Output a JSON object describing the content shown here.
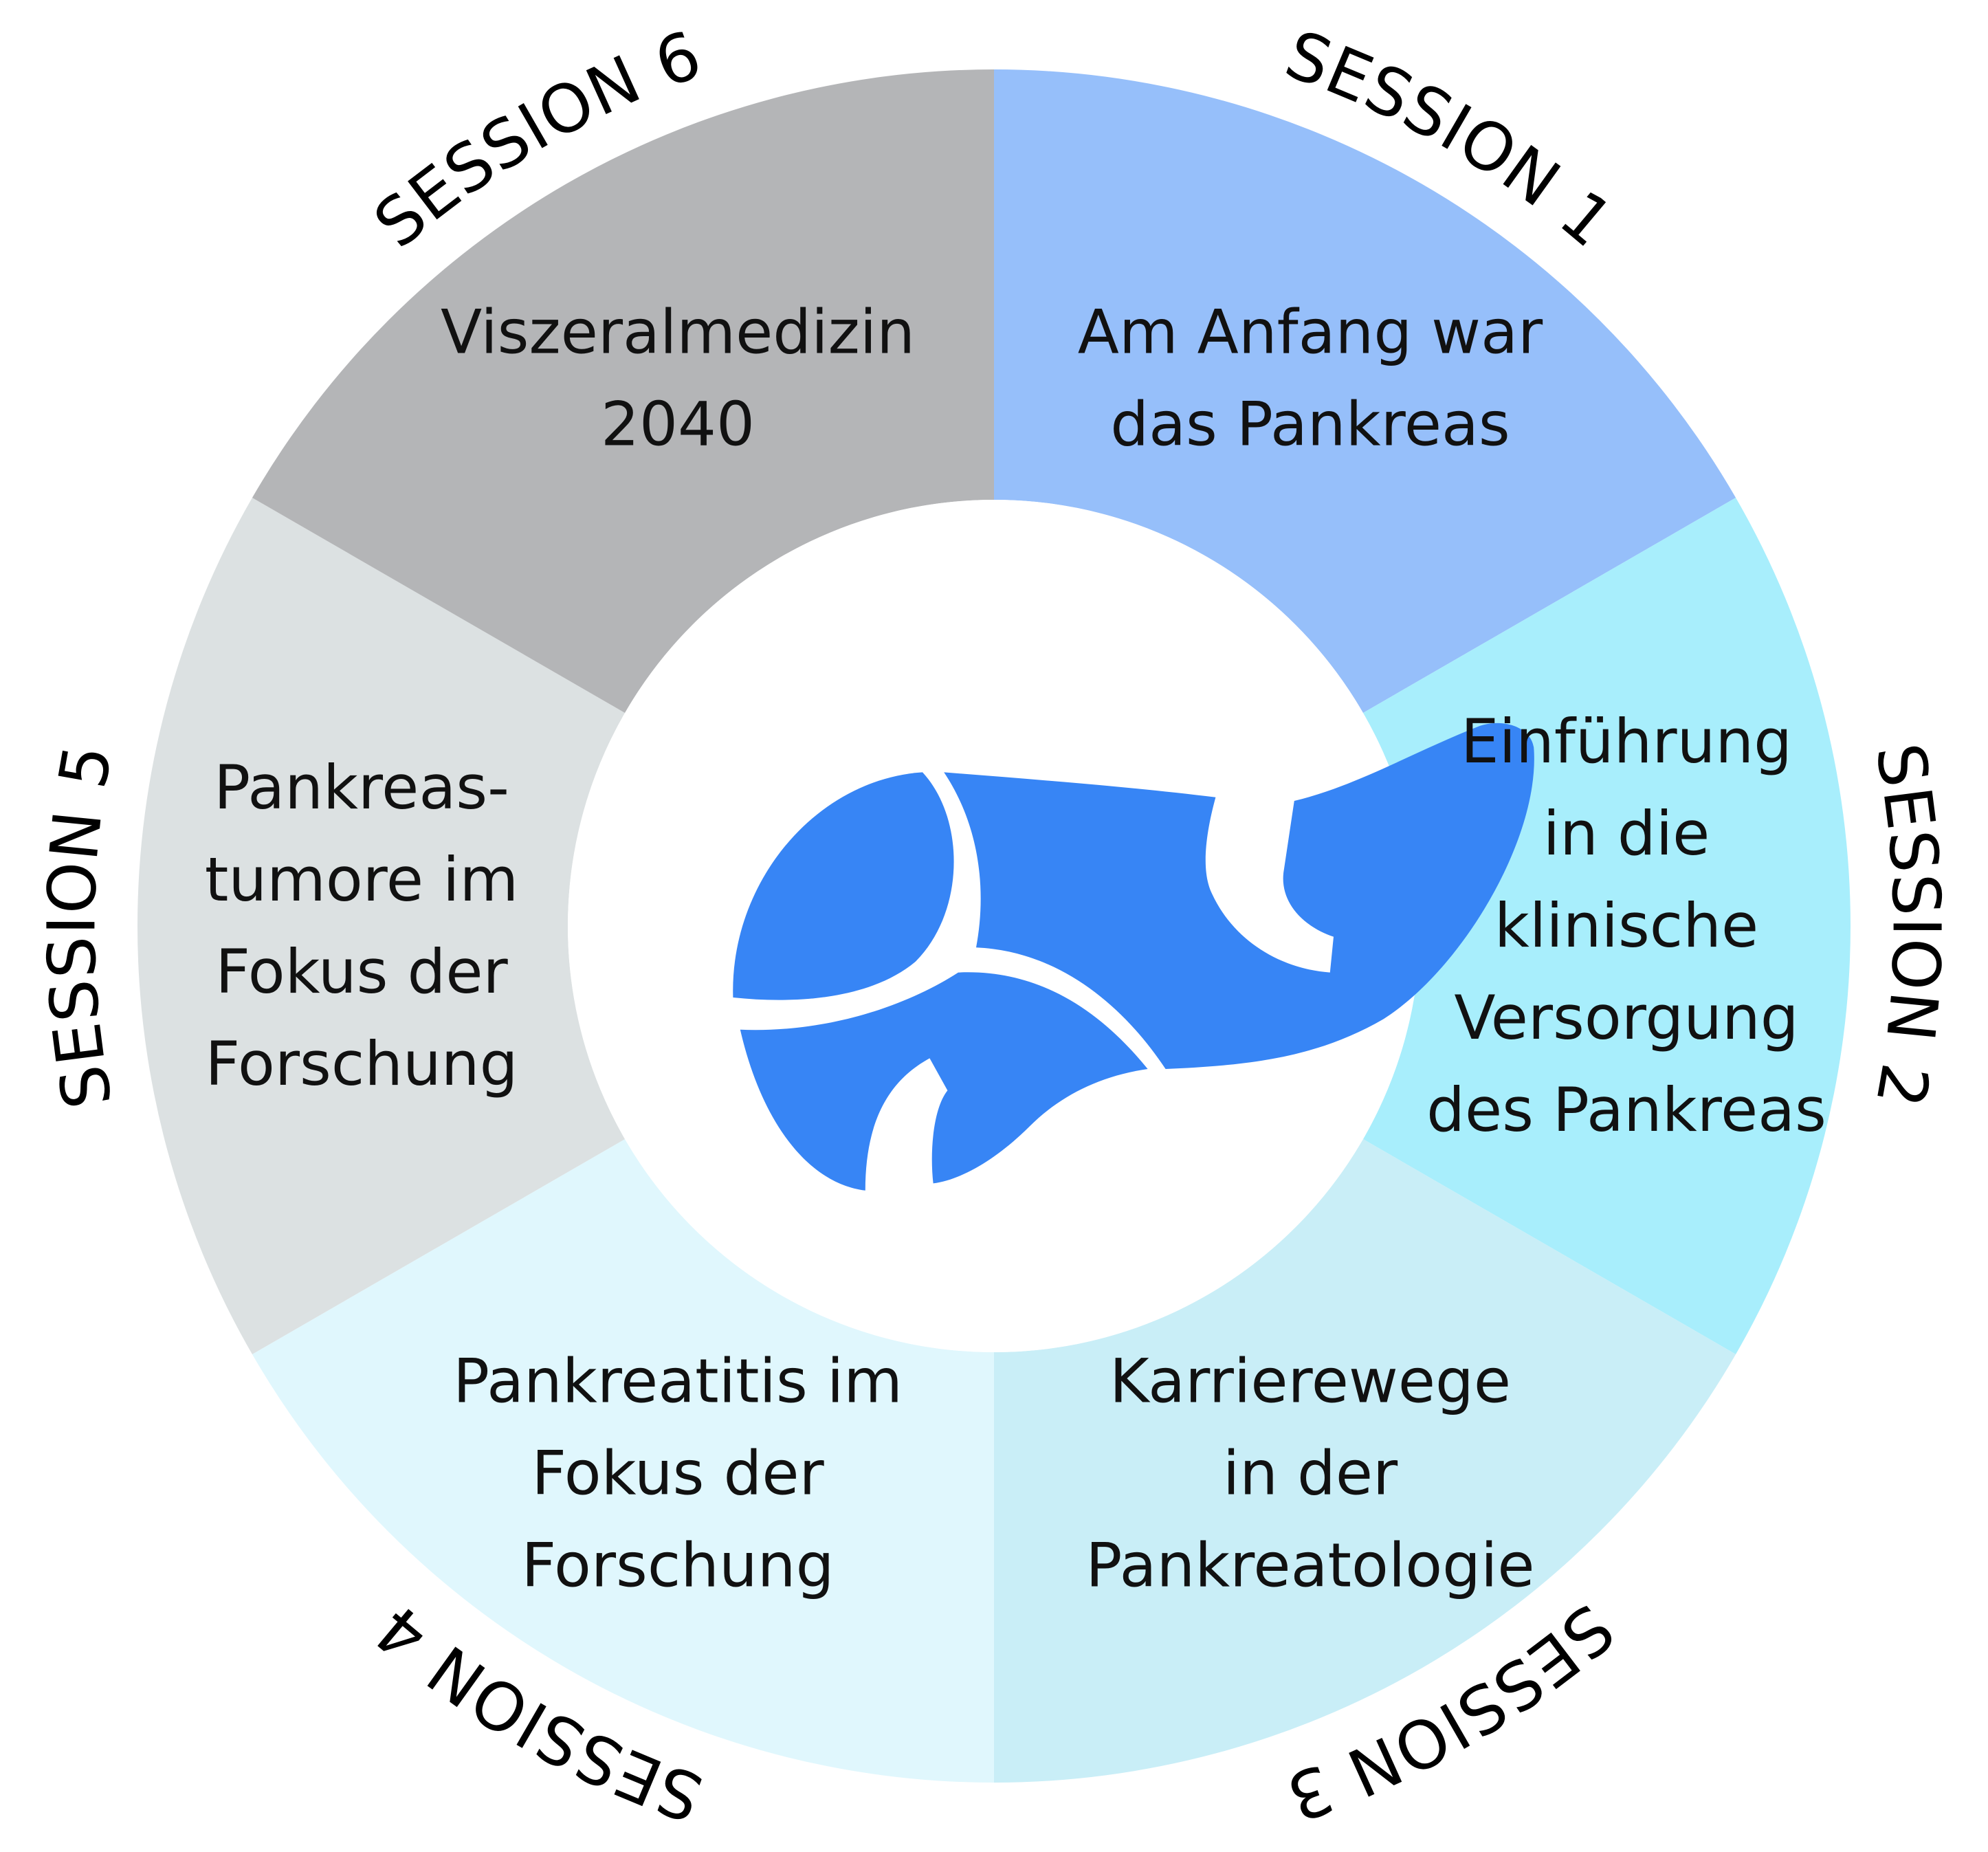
{
  "colors": {
    "background": "#ffffff",
    "center": "#ffffff",
    "icon": "#3785f5",
    "text": "#111111"
  },
  "icon": "pancreas-icon",
  "segments": [
    {
      "session": "SESSION 1",
      "lines": [
        "Am Anfang war",
        "das Pankreas"
      ],
      "color": "#96bffa"
    },
    {
      "session": "SESSION 2",
      "lines": [
        "Einführung",
        "in die",
        "klinische",
        "Versorgung",
        "des Pankreas"
      ],
      "color": "#a8eefc"
    },
    {
      "session": "SESSION 3",
      "lines": [
        "Karrierewege",
        "in der",
        "Pankreatologie"
      ],
      "color": "#c9eef7"
    },
    {
      "session": "SESSION 4",
      "lines": [
        "Pankreatitis im",
        "Fokus der",
        "Forschung"
      ],
      "color": "#e0f7fd"
    },
    {
      "session": "SESSION 5",
      "lines": [
        "Pankreas-",
        "tumore im",
        "Fokus der",
        "Forschung"
      ],
      "color": "#dce1e2"
    },
    {
      "session": "SESSION 6",
      "lines": [
        "Viszeralmedizin",
        "2040"
      ],
      "color": "#b4b5b7"
    }
  ]
}
